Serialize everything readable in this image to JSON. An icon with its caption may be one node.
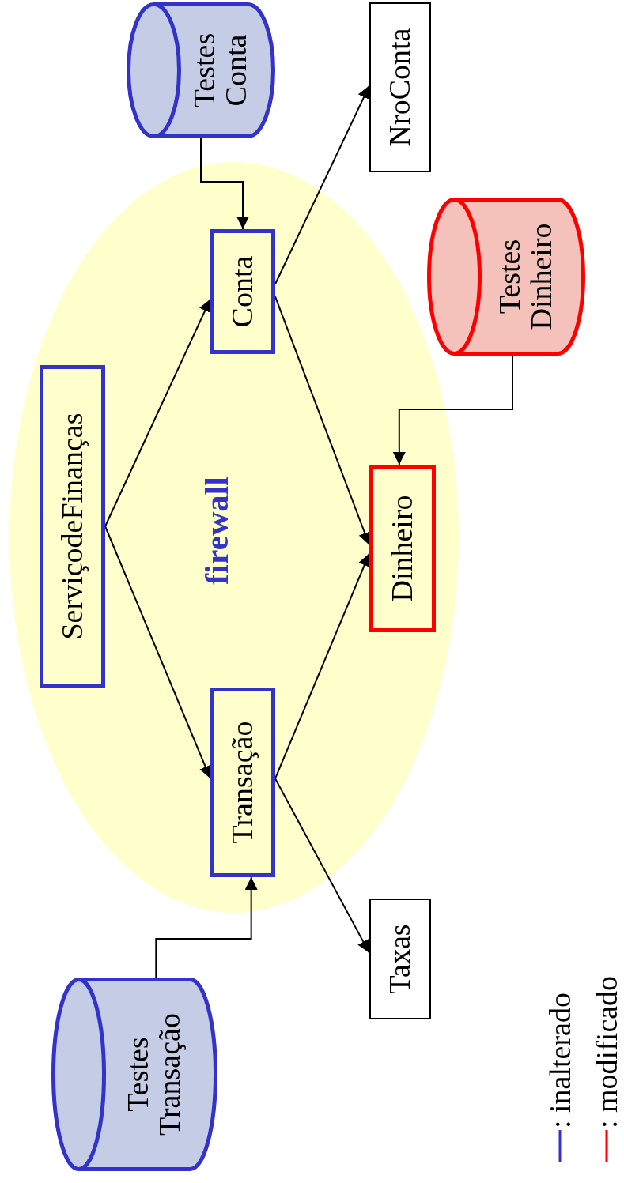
{
  "diagram": {
    "nodes": [
      {
        "text": [
          "firewall"
        ]
      },
      {
        "text": [
          "ServiçodeFinanças"
        ],
        "in": 0
      },
      {
        "text": [
          "Conta"
        ],
        "in": 0
      },
      {
        "text": [
          "Transação"
        ],
        "in": 0
      },
      {
        "text": [
          "Dinheiro"
        ],
        "in": 0
      },
      {
        "text": [
          "Testes Conta"
        ]
      },
      {
        "text": [
          "Testes Dinheiro"
        ]
      },
      {
        "text": [
          "Testes Transação"
        ]
      },
      {
        "text": [
          "NroConta"
        ]
      },
      {
        "text": [
          "Taxas"
        ]
      }
    ],
    "edges": [
      {
        "from": 1,
        "to": 2,
        "arrow": "to"
      },
      {
        "from": 1,
        "to": 3,
        "arrow": "to"
      },
      {
        "from": 2,
        "to": 4,
        "arrow": "to"
      },
      {
        "from": 3,
        "to": 4,
        "arrow": "to"
      },
      {
        "from": 2,
        "to": 8,
        "arrow": "to"
      },
      {
        "from": 3,
        "to": 9,
        "arrow": "to"
      },
      {
        "from": 5,
        "to": 2,
        "arrow": "to"
      },
      {
        "from": 6,
        "to": 4,
        "arrow": "to"
      },
      {
        "from": 7,
        "to": 3,
        "arrow": "to"
      }
    ],
    "legend": [
      {
        "text": ": inalterado"
      },
      {
        "text": ": modificado"
      }
    ]
  }
}
